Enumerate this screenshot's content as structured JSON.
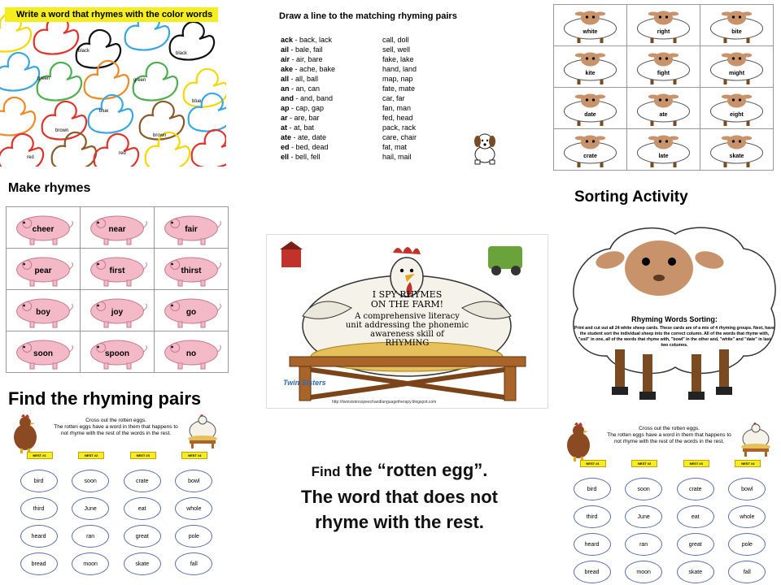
{
  "colors": {
    "duck_yellow": "#f5ee1f",
    "pig_pink": "#f3b9c6",
    "egg_outline": "#5a6ea8"
  },
  "ducks": {
    "title": "Write a word that rhymes with the color words",
    "labels": [
      "black",
      "black",
      "green",
      "green",
      "blue",
      "blue",
      "brown",
      "brown",
      "red",
      "red"
    ]
  },
  "matching": {
    "title": "Draw a line to the matching rhyming pairs",
    "left": [
      {
        "key": "ack",
        "rest": " - back, lack"
      },
      {
        "key": "ail",
        "rest": " - bale, fail"
      },
      {
        "key": "air",
        "rest": " - air, bare"
      },
      {
        "key": "ake",
        "rest": " - ache, bake"
      },
      {
        "key": "all",
        "rest": " - all, ball"
      },
      {
        "key": "an",
        "rest": " - an, can"
      },
      {
        "key": "and",
        "rest": " - and, band"
      },
      {
        "key": "ap",
        "rest": " - cap, gap"
      },
      {
        "key": "ar",
        "rest": " - are, bar"
      },
      {
        "key": "at",
        "rest": " - at, bat"
      },
      {
        "key": "ate",
        "rest": " - ate, date"
      },
      {
        "key": "ed",
        "rest": " - bed, dead"
      },
      {
        "key": "ell",
        "rest": " - bell, fell"
      }
    ],
    "right": [
      "call, doll",
      "sell, well",
      "fake, lake",
      "hand, land",
      "map, nap",
      "fate, mate",
      "car, far",
      "fan, man",
      "fed, head",
      "pack, rack",
      "care, chair",
      "fat, mat",
      "hail, mail"
    ]
  },
  "sheep_grid": [
    [
      "white",
      "right",
      "bite"
    ],
    [
      "kite",
      "fight",
      "might"
    ],
    [
      "date",
      "ate",
      "eight"
    ],
    [
      "crate",
      "late",
      "skate"
    ]
  ],
  "pig_grid": [
    [
      "cheer",
      "near",
      "fair"
    ],
    [
      "pear",
      "first",
      "thirst"
    ],
    [
      "boy",
      "joy",
      "go"
    ],
    [
      "soon",
      "spoon",
      "no"
    ]
  ],
  "headings": {
    "make_rhymes": "Make rhymes",
    "sorting": "Sorting Activity",
    "find_pairs": "Find the rhyming pairs"
  },
  "farm_cover": {
    "lines": [
      "I SPY RHYMES",
      "ON THE FARM!",
      "A  comprehensive literacy",
      "unit addressing the phonemic",
      "awareness skill of",
      "RHYMING"
    ],
    "url": "http://twinsistersspeechandlanguagetherapy.blogspot.com",
    "brand": "Twin Sisters"
  },
  "sorting": {
    "title": "Rhyming Words Sorting:",
    "body": "Print and cut out all 24 white sheep cards.  These cards are of a mix of 4 rhyming groups.  Next, have the student sort the individual sheep into the correct column.  All of the words that rhyme with, \"soil\" in one, all of the words that rhyme with, \"bowl\" in the other and, \"white\" and \"date\" in last two columns."
  },
  "eggs": {
    "instr1": "Cross out the rotten eggs.",
    "instr2": "The rotten eggs have a word in them that happens to",
    "instr3": "not rhyme with the rest of the words in the rest.",
    "nests": [
      "NEST #1",
      "NEST #2",
      "NEST #3",
      "NEST #4"
    ],
    "columns": [
      [
        "bird",
        "third",
        "heard",
        "bread"
      ],
      [
        "soon",
        "June",
        "ran",
        "moon"
      ],
      [
        "crate",
        "eat",
        "great",
        "skate"
      ],
      [
        "bowl",
        "whole",
        "pole",
        "fall"
      ]
    ]
  },
  "bottom_text": {
    "find": "Find",
    "rest1": " the “rotten egg”.",
    "line2": "The word that does not",
    "line3": "rhyme with the rest."
  }
}
